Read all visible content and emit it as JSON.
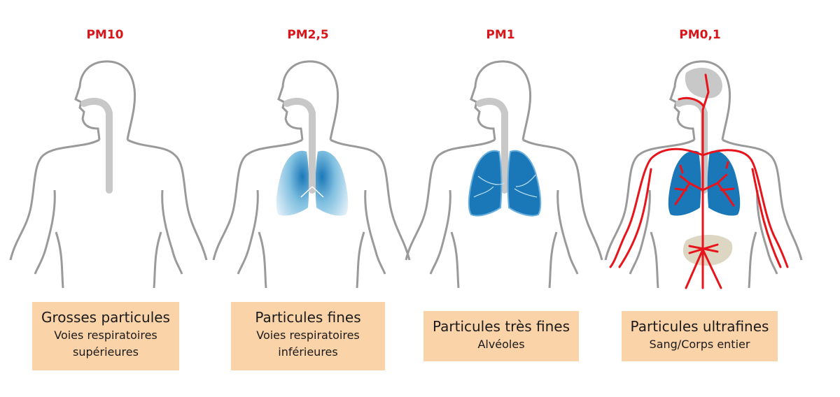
{
  "colors": {
    "title": "#d7161b",
    "box": "#fbd3a8",
    "outline": "#9a9a9a",
    "airway": "#c8c8c8",
    "lung": "#1b78b8",
    "vessel": "#e8141b",
    "organ": "#ddd6c2"
  },
  "panels": [
    {
      "title": "PM10",
      "heading": "Grosses particules",
      "lines": [
        "Voies respiratoires",
        "supérieures"
      ]
    },
    {
      "title": "PM2,5",
      "heading": "Particules fines",
      "lines": [
        "Voies respiratoires",
        "inférieures"
      ]
    },
    {
      "title": "PM1",
      "heading": "Particules très fines",
      "lines": [
        "Alvéoles"
      ]
    },
    {
      "title": "PM0,1",
      "heading": "Particules ultrafines",
      "lines": [
        "Sang/Corps entier"
      ]
    }
  ]
}
